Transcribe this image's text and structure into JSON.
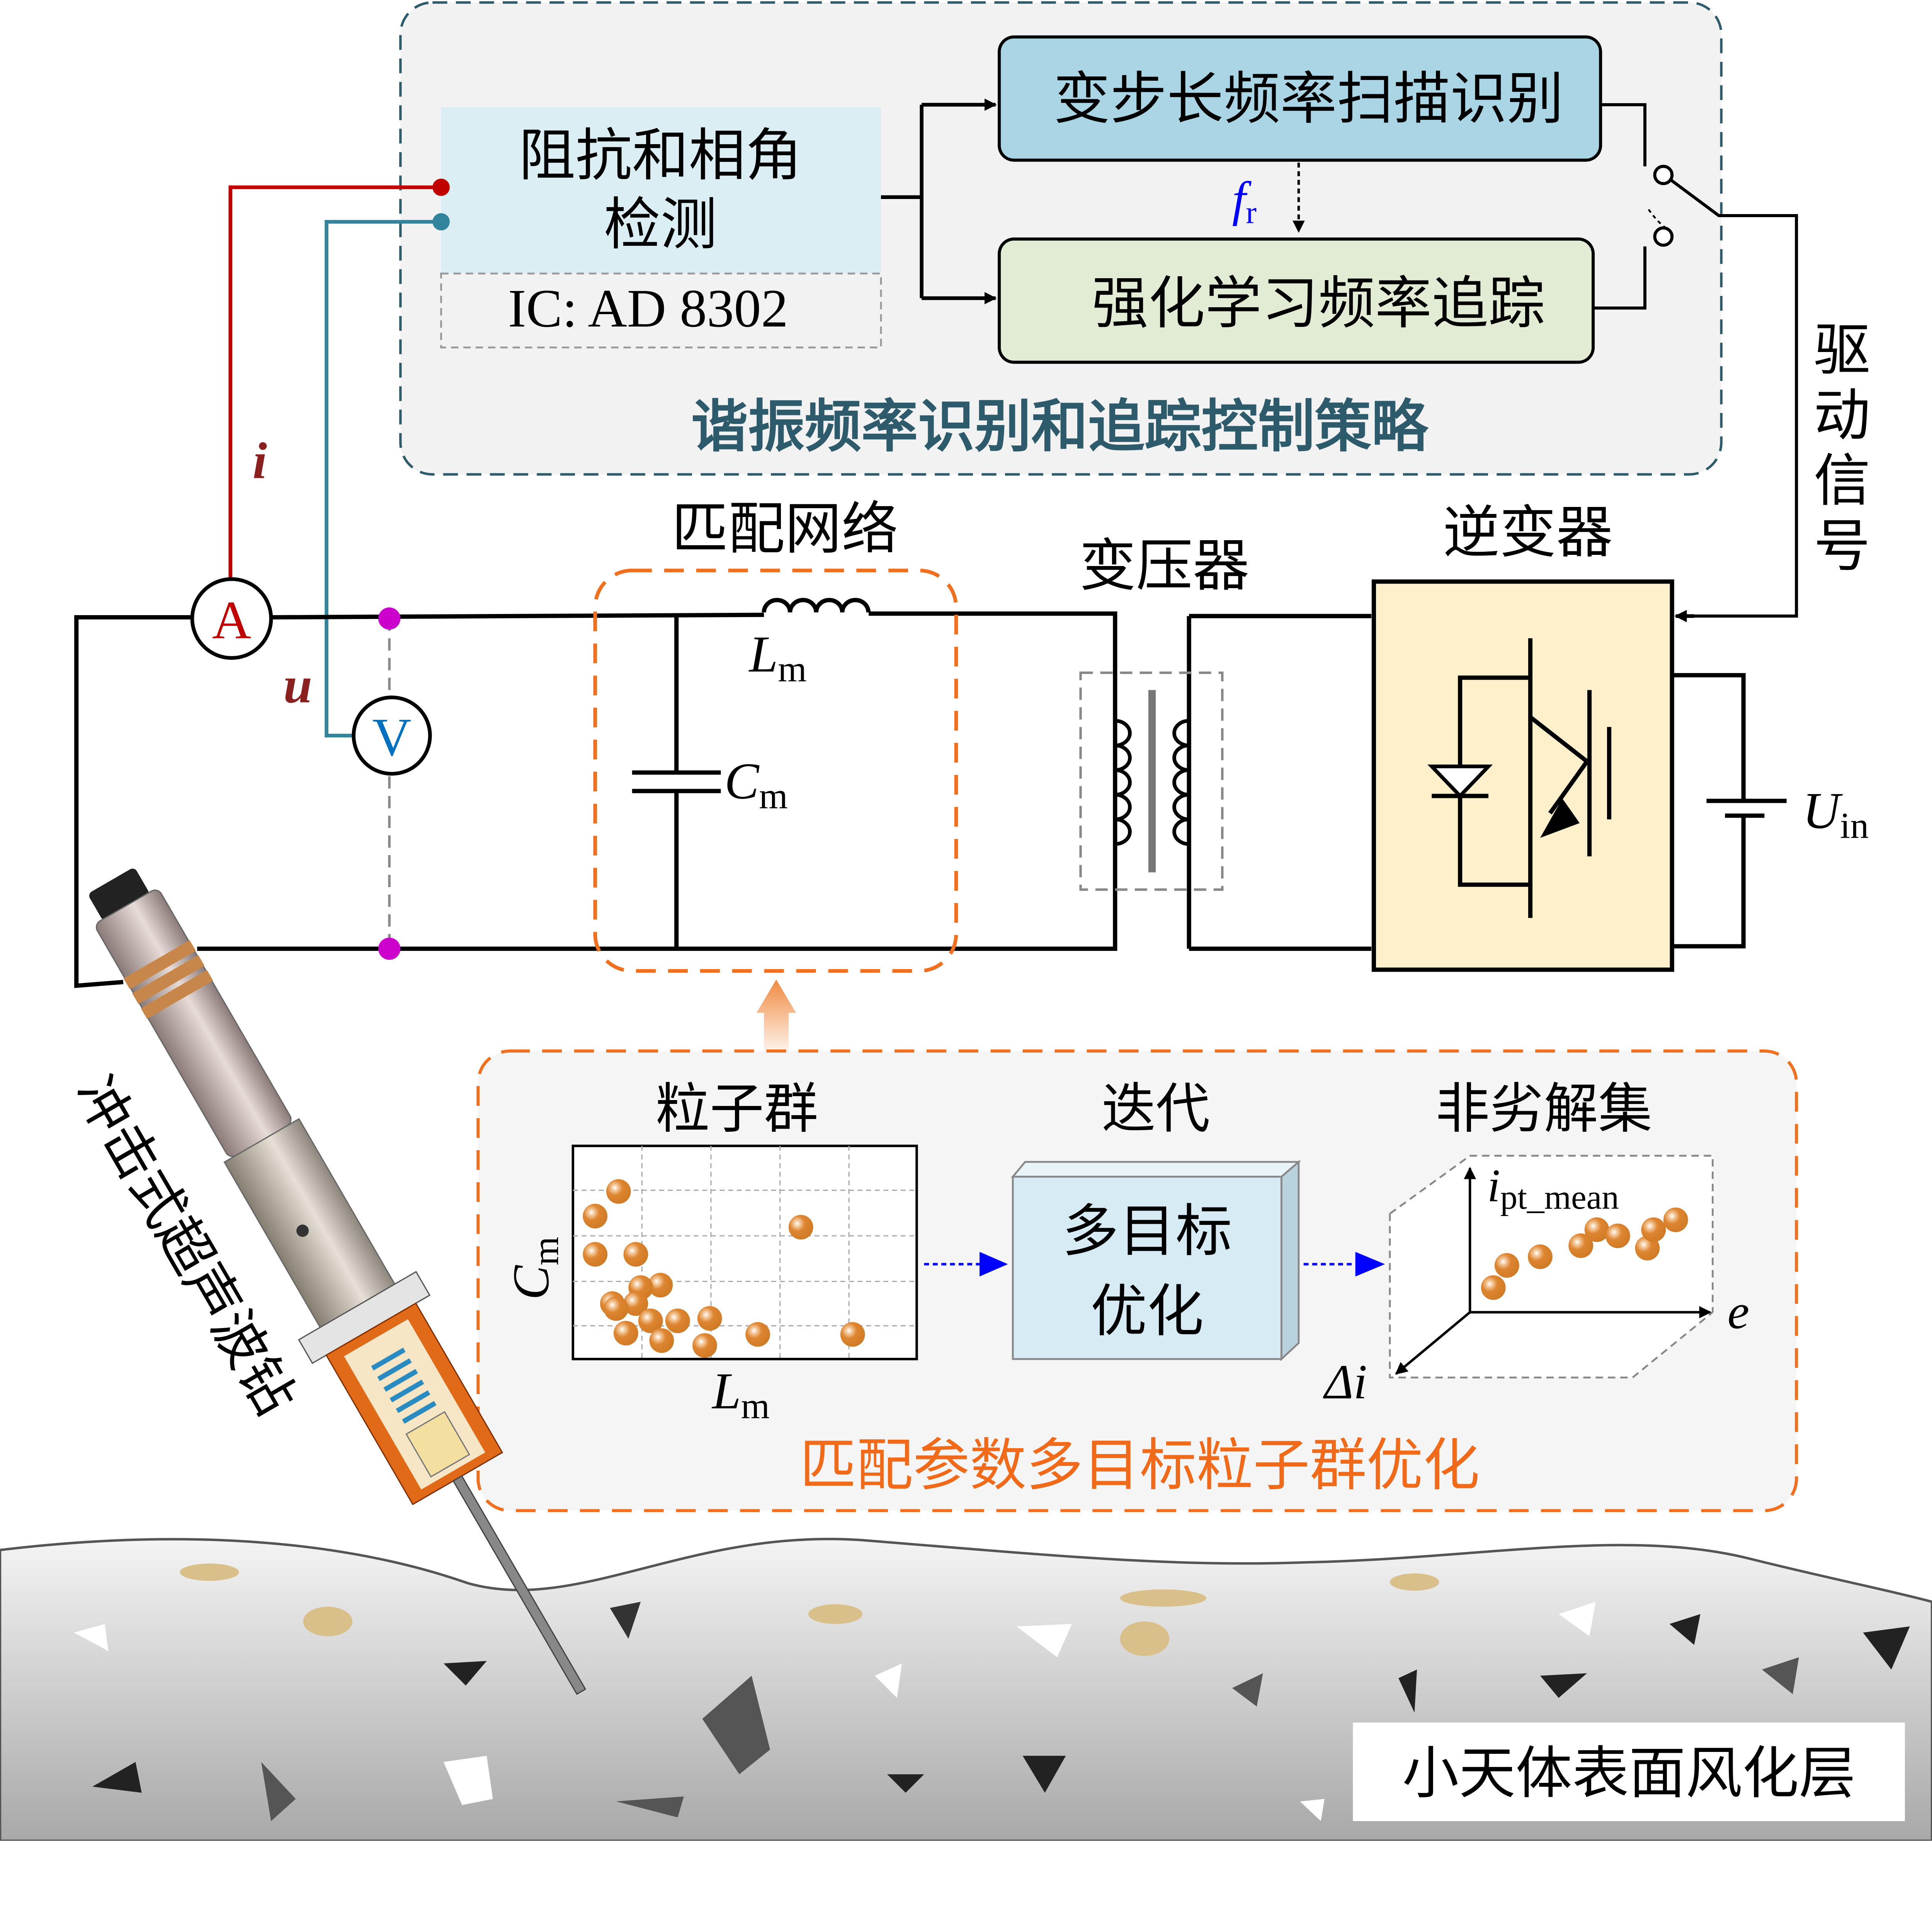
{
  "control_panel": {
    "caption": "谐振频率识别和追踪控制策略",
    "detect_box_line1": "阻抗和相角",
    "detect_box_line2": "检测",
    "ic_label": "IC: AD 8302",
    "scan_box": "变步长频率扫描识别",
    "rl_box": "强化学习频率追踪",
    "fr_label": "f",
    "fr_sub": "r"
  },
  "drive_signal": [
    "驱",
    "动",
    "信",
    "号"
  ],
  "circuit": {
    "current_label": "i",
    "voltage_label": "u",
    "ammeter": "A",
    "voltmeter": "V",
    "matching_network": "匹配网络",
    "lm": "L",
    "lm_sub": "m",
    "cm": "C",
    "cm_sub": "m",
    "transformer": "变压器",
    "inverter": "逆变器",
    "uin": "U",
    "uin_sub": "in"
  },
  "optimization_panel": {
    "caption": "匹配参数多目标粒子群优化",
    "swarm_title": "粒子群",
    "iterate_title": "迭代",
    "pareto_title": "非劣解集",
    "y_axis": "C",
    "y_axis_sub": "m",
    "x_axis": "L",
    "x_axis_sub": "m",
    "mo_line1": "多目标",
    "mo_line2": "优化",
    "axis_ipt": "i",
    "axis_ipt_sub": "pt_mean",
    "axis_e": "e",
    "axis_di": "Δi"
  },
  "drill_label": "冲击式超声波钻",
  "regolith_label": "小天体表面风化层",
  "colors": {
    "red": "#c00000",
    "teal": "#31849b",
    "orange": "#f07020",
    "blue": "#0000ff",
    "magenta": "#cc00cc"
  }
}
